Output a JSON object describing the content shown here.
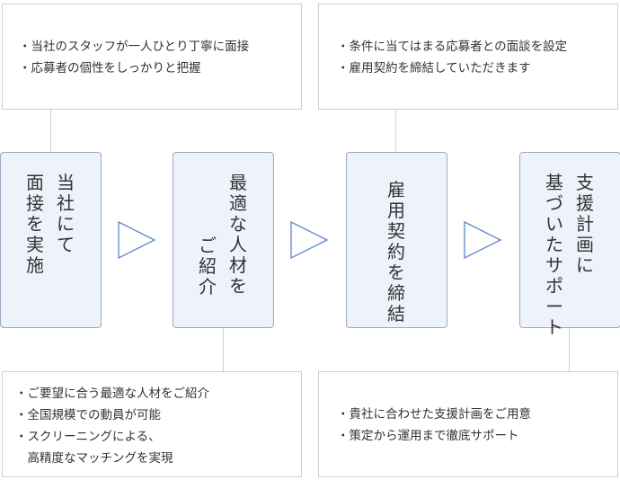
{
  "top_notes": [
    {
      "lines": [
        "・当社のスタッフが一人ひとり丁寧に面接",
        "・応募者の個性をしっかりと把握"
      ]
    },
    {
      "lines": [
        "・条件に当てはまる応募者との面談を設定",
        "・雇用契約を締結していただきます"
      ]
    }
  ],
  "steps": [
    {
      "columns": [
        "当社にて",
        "面接を実施"
      ]
    },
    {
      "columns": [
        "最適な人材を",
        "ご紹介"
      ]
    },
    {
      "columns": [
        "雇用契約を締結"
      ]
    },
    {
      "columns": [
        "支援計画に",
        "基づいたサポート"
      ]
    }
  ],
  "bottom_notes": [
    {
      "lines": [
        "・ご要望に合う最適な人材をご紹介",
        "・全国規模での動員が可能",
        "・スクリーニングによる、",
        "　高精度なマッチングを実現"
      ]
    },
    {
      "lines": [
        "・貴社に合わせた支援計画をご用意",
        "・策定から運用まで徹底サポート"
      ]
    }
  ],
  "colors": {
    "step_fill": "#eef2fb",
    "step_border": "#9aa9c2",
    "note_border": "#cfcfcf",
    "arrow_stroke": "#5b86c9"
  }
}
